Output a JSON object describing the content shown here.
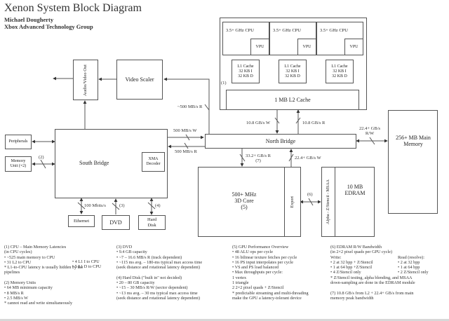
{
  "header": {
    "title": "Xenon System Block Diagram",
    "author": "Michael Dougherty",
    "group": "Xbox Advanced Technology Group"
  },
  "blocks": {
    "av_out": "Audio/Video Out",
    "video_scaler": "Video Scaler",
    "peripherals": "Peripherals",
    "memory_unit": "Memory Unit (×2)",
    "south_bridge": "South Bridge",
    "xma_decoder": "XMA Decoder",
    "ethernet": "Ethernet",
    "dvd": "DVD",
    "hard_disk": "Hard Disk",
    "north_bridge": "North Bridge",
    "main_memory": "256+ MB Main Memory",
    "gpu_core": [
      "500+ MHz",
      "3D Core",
      "(5)"
    ],
    "export": "Export",
    "edram_logic": "Alpha - Z/Stencil - MSAA",
    "edram": "10 MB EDRAM",
    "l2_cache": "1 MB L2 Cache",
    "cpu_note": "(1)",
    "cpus": [
      {
        "label": "3.5+ GHz CPU",
        "vpu": "VPU",
        "l1": [
          "L1 Cache",
          "32 KB I",
          "32 KB D"
        ]
      },
      {
        "label": "3.5+ GHz CPU",
        "vpu": "VPU",
        "l1": [
          "L1 Cache",
          "32 KB I",
          "32 KB D"
        ]
      },
      {
        "label": "3.5+ GHz CPU",
        "vpu": "VPU",
        "l1": [
          "L1 Cache",
          "32 KB I",
          "32 KB D"
        ]
      }
    ]
  },
  "links": {
    "scaler_read": "~500 MB/s R",
    "sb_write": "500 MB/s W",
    "sb_read": "500 MB/s R",
    "mem_unit": "(2)",
    "ethernet": "100 Mbits/s",
    "dvd": "(3)",
    "hdd": "(4)",
    "l2_write": "10.8 GB/s W",
    "l2_read": "10.8 GB/s R",
    "main_mem": [
      "22.4+ GB/s",
      "R/W"
    ],
    "gpu_read": [
      "33.2+ GB/s R",
      "(7)"
    ],
    "gpu_write": "22.4+ GB/s W",
    "edram_link": "(6)"
  },
  "notes": {
    "col1": [
      "(1) CPU – Main Memory Latencies",
      "(in CPU cycles)",
      "• ~525 main memory to CPU",
      "• 31 L2 to CPU",
      "* L1-to-CPU latency is usually hidden by the",
      "pipelines",
      "",
      "(2) Memory Units",
      "• 64 MB minimum capacity",
      "• 8 MB/s R",
      "• 2.5 MB/s W",
      "* cannot read and write simultaneously"
    ],
    "col1_right": [
      "• 4 L1 I to CPU",
      "• 5 L1 D to CPU"
    ],
    "col2": [
      "(3) DVD",
      "• 9.4 GB capacity",
      "• ~7 – 16.6 MB/s R (track dependent)",
      "• ~115 ms avg. – 180-ms typical max access time",
      "   (seek distance and rotational latency dependent)",
      "",
      "(4) Hard Disk (\"built in\" not decided)",
      "• 20 – 80 GB capacity",
      "• ~15 – 30 MB/s R/W (sector dependent)",
      "• ~13 ms avg. – 30 ms typical max access time",
      "   (seek distance and rotational latency dependent)"
    ],
    "col3": [
      "(5) GPU Performance Overview",
      "• 48 ALU ops per cycle",
      "• 16 bilinear texture fetches per cycle",
      "• 16 PS input interpolates per cycle",
      "• VS and PS load balanced",
      "• Max throughputs per cycle:",
      "   1 vertex",
      "   1 triangle",
      "   2 2×2 pixel quads + Z/Stencil",
      "* predictable streaming and multi-threading",
      "make the GPU a latency-tolerant device"
    ],
    "col4": [
      "(6) EDRAM R/W Bandwidth",
      "(in 2×2 pixel quads per GPU cycle)",
      "Write:",
      "• 2 at 32 bpp + Z/Stencil",
      "• 1 at 64 bpp +Z/Stencil",
      "• 4 Z/Stencil only",
      "* Z/Stencil testing, alpha blending, and MSAA",
      "down-sampling are done in the EDRAM module",
      "",
      "(7) 10.8 GB/s from L2 + 22.4+ GB/s from main",
      "memory peak bandwidth"
    ],
    "col4_right": [
      "Read (resolve):",
      "• 2 at 32 bpp",
      "• 1 at 64 bpp",
      "• 2 Z/Stencil only"
    ]
  }
}
